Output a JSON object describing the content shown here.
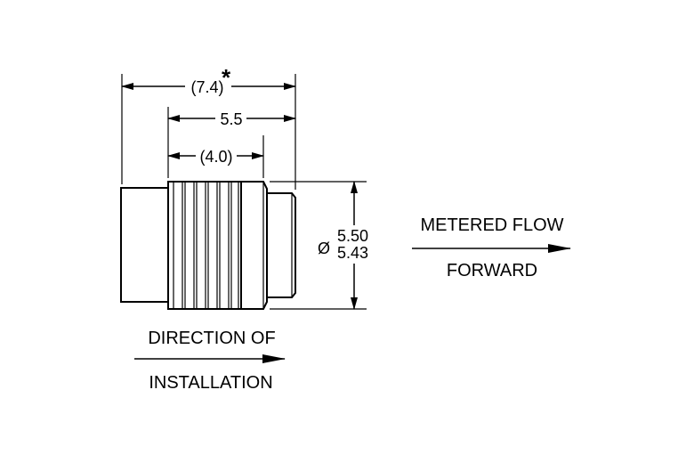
{
  "dimensions": {
    "overall_length": "(7.4)",
    "overall_length_note": "*",
    "body_length": "5.5",
    "threaded_length": "(4.0)",
    "diameter_symbol": "Ø",
    "diameter_max": "5.50",
    "diameter_min": "5.43"
  },
  "flow_label": {
    "line1": "METERED FLOW",
    "line2": "FORWARD"
  },
  "installation_label": {
    "line1": "DIRECTION OF",
    "line2": "INSTALLATION"
  }
}
